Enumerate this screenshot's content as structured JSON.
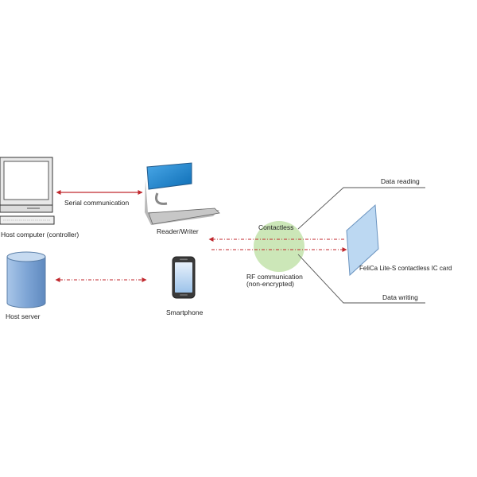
{
  "labels": {
    "host_computer": "Host computer (controller)",
    "serial": "Serial communication",
    "reader_writer": "Reader/Writer",
    "host_server": "Host server",
    "smartphone": "Smartphone",
    "contactless": "Contactless",
    "rf_line1": "RF communication",
    "rf_line2": "(non-encrypted)",
    "card": "FeliCa Lite-S contactless IC card",
    "data_reading": "Data reading",
    "data_writing": "Data writing"
  },
  "colors": {
    "arrow": "#c0272d",
    "screen_blue": "#1a7fc7",
    "cylinder": "#8fb3dd",
    "rf_circle": "#c9e6b4",
    "card": "#bcd8f2",
    "line": "#555555"
  }
}
